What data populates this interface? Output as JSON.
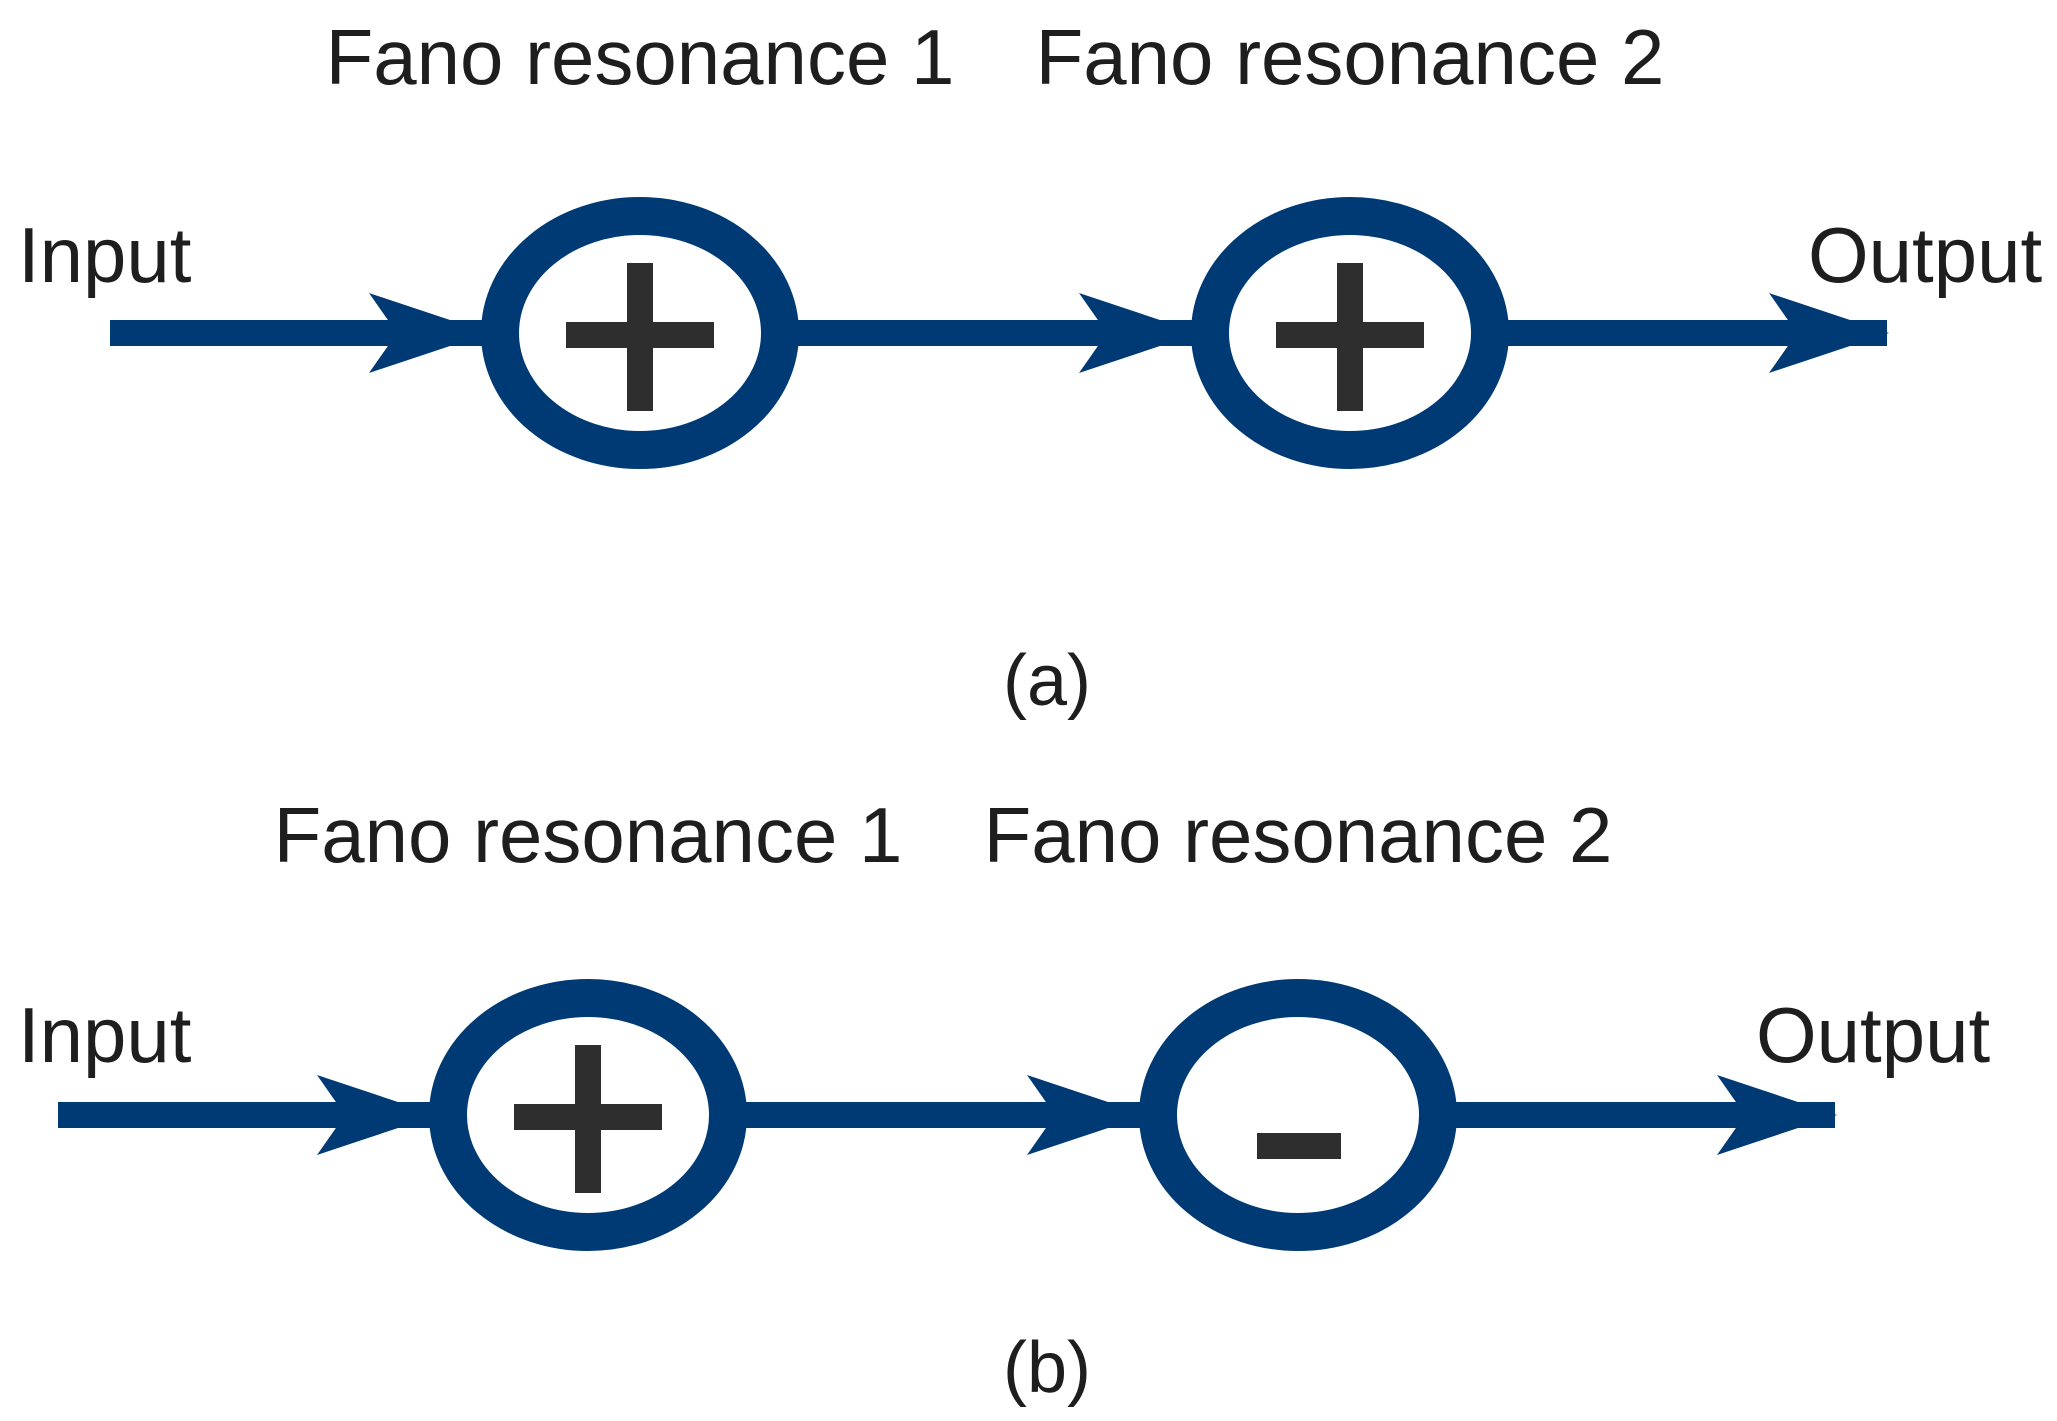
{
  "colors": {
    "line": "#003a75",
    "sign": "#2e2e2e",
    "text": "#1e1e1e"
  },
  "panels": [
    {
      "caption": "(a)",
      "input_label": "Input",
      "output_label": "Output",
      "nodes": [
        {
          "title": "Fano resonance 1",
          "sign": "+",
          "icon": "plus-icon"
        },
        {
          "title": "Fano resonance 2",
          "sign": "+",
          "icon": "plus-icon"
        }
      ]
    },
    {
      "caption": "(b)",
      "input_label": "Input",
      "output_label": "Output",
      "nodes": [
        {
          "title": "Fano resonance 1",
          "sign": "+",
          "icon": "plus-icon"
        },
        {
          "title": "Fano resonance 2",
          "sign": "-",
          "icon": "minus-icon"
        }
      ]
    }
  ]
}
